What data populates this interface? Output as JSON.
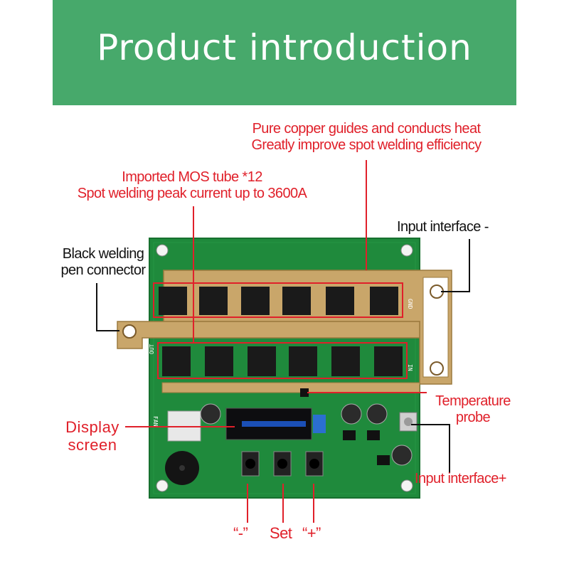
{
  "banner": {
    "title": "Product introduction"
  },
  "labels": {
    "copper_line1": "Pure copper guides and conducts heat",
    "copper_line2": "Greatly improve spot welding efficiency",
    "mos_line1": "Imported MOS tube *12",
    "mos_line2": "Spot welding peak current up to 3600A",
    "black_pen_line1": "Black welding",
    "black_pen_line2": "pen connector",
    "input_minus": "Input interface -",
    "temp_line1": "Temperature",
    "temp_line2": "probe",
    "display_line1": "Display",
    "display_line2": "screen",
    "input_plus": "Input interface+",
    "btn_minus": "“-”",
    "btn_set": "Set",
    "btn_plus": "“+”"
  },
  "pcb_marks": {
    "out": "OUT",
    "in": "IN",
    "gnd": "GND",
    "fan": "FAN"
  },
  "colors": {
    "banner": "#47a96b",
    "callout_red": "#e0202a",
    "board_green": "#1f8a3c",
    "copper": "#c9a66a"
  }
}
